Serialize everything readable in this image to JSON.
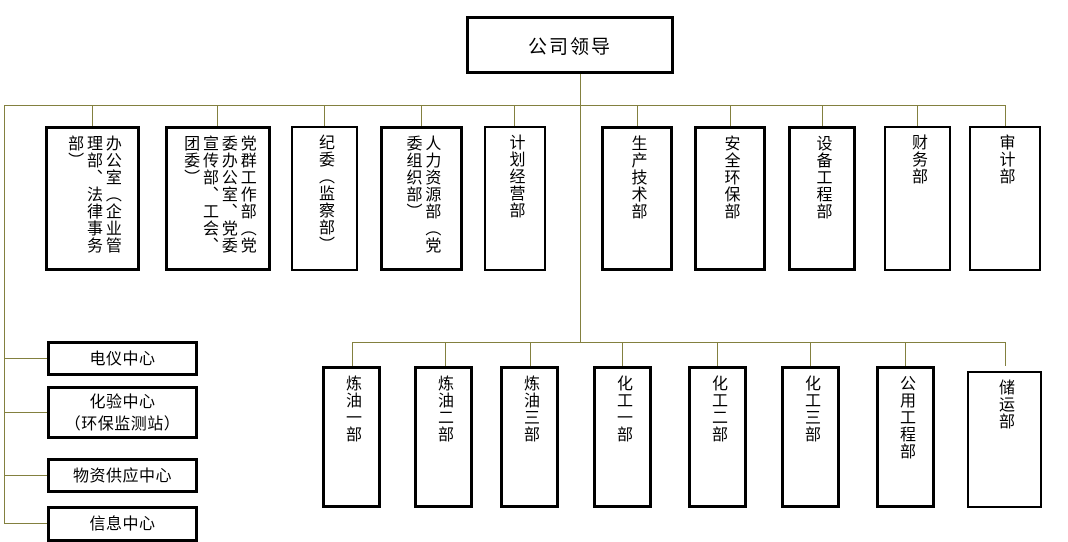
{
  "chart": {
    "type": "org-chart",
    "title_box": {
      "label": "公司领导"
    },
    "line_color": "#83803f",
    "box_border_color": "#000000",
    "departments_row": [
      {
        "label": "办公室（企业管理部、法律事务部）",
        "orientation": "vertical"
      },
      {
        "label": "党群工作部（党委办公室、党委宣传部、工会、团委）",
        "orientation": "vertical"
      },
      {
        "label": "纪委（监察部）",
        "orientation": "vertical"
      },
      {
        "label": "人力资源部（党委组织部）",
        "orientation": "vertical"
      },
      {
        "label": "计划经营部",
        "orientation": "vertical"
      },
      {
        "label": "生产技术部",
        "orientation": "vertical"
      },
      {
        "label": "安全环保部",
        "orientation": "vertical"
      },
      {
        "label": "设备工程部",
        "orientation": "vertical"
      },
      {
        "label": "财务部",
        "orientation": "vertical"
      },
      {
        "label": "审计部",
        "orientation": "vertical"
      }
    ],
    "centers_column": [
      {
        "label": "电仪中心",
        "orientation": "horizontal"
      },
      {
        "label": "化验中心",
        "label2": "（环保监测站）",
        "orientation": "horizontal"
      },
      {
        "label": "物资供应中心",
        "orientation": "horizontal"
      },
      {
        "label": "信息中心",
        "orientation": "horizontal"
      }
    ],
    "production_row": [
      {
        "label": "炼油一部",
        "orientation": "vertical"
      },
      {
        "label": "炼油二部",
        "orientation": "vertical"
      },
      {
        "label": "炼油三部",
        "orientation": "vertical"
      },
      {
        "label": "化工一部",
        "orientation": "vertical"
      },
      {
        "label": "化工二部",
        "orientation": "vertical"
      },
      {
        "label": "化工三部",
        "orientation": "vertical"
      },
      {
        "label": "公用工程部",
        "orientation": "vertical"
      },
      {
        "label": "储运部",
        "orientation": "vertical"
      }
    ]
  }
}
